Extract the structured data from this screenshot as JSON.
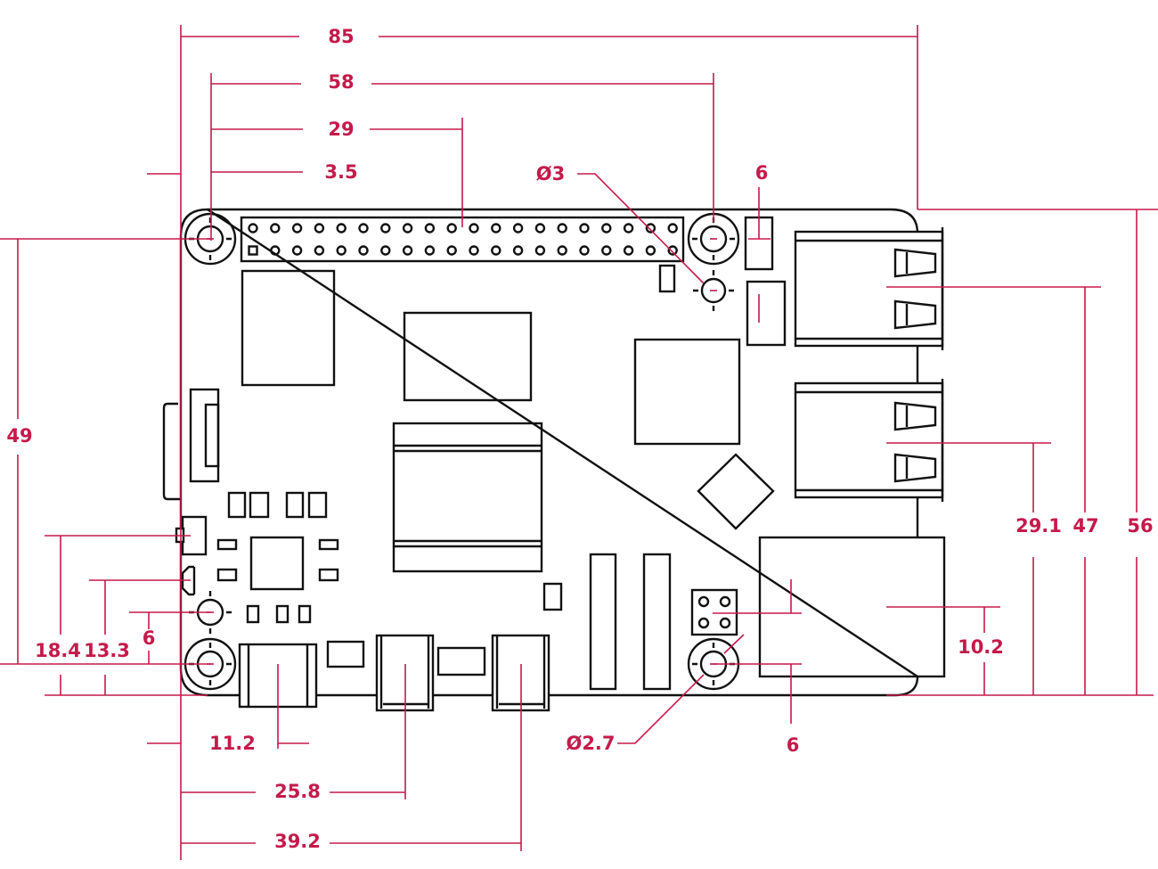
{
  "title": "Raspberry Pi board mechanical drawing",
  "accent_color": "#c51a4a",
  "dimensions": {
    "width_85": "85",
    "hole_span_58": "58",
    "header_29": "29",
    "hole_offset_3_5": "3.5",
    "hole_dia_3": "Ø3",
    "top_6": "6",
    "height_49": "49",
    "d18_4": "18.4",
    "d13_3": "13.3",
    "left_6": "6",
    "usbc_11_2": "11.2",
    "hdmi0_25_8": "25.8",
    "hdmi1_39_2": "39.2",
    "hole_dia_2_7": "Ø2.7",
    "bottom_6": "6",
    "eth_10_2": "10.2",
    "usb_29_1": "29.1",
    "usb_47": "47",
    "height_56": "56"
  }
}
